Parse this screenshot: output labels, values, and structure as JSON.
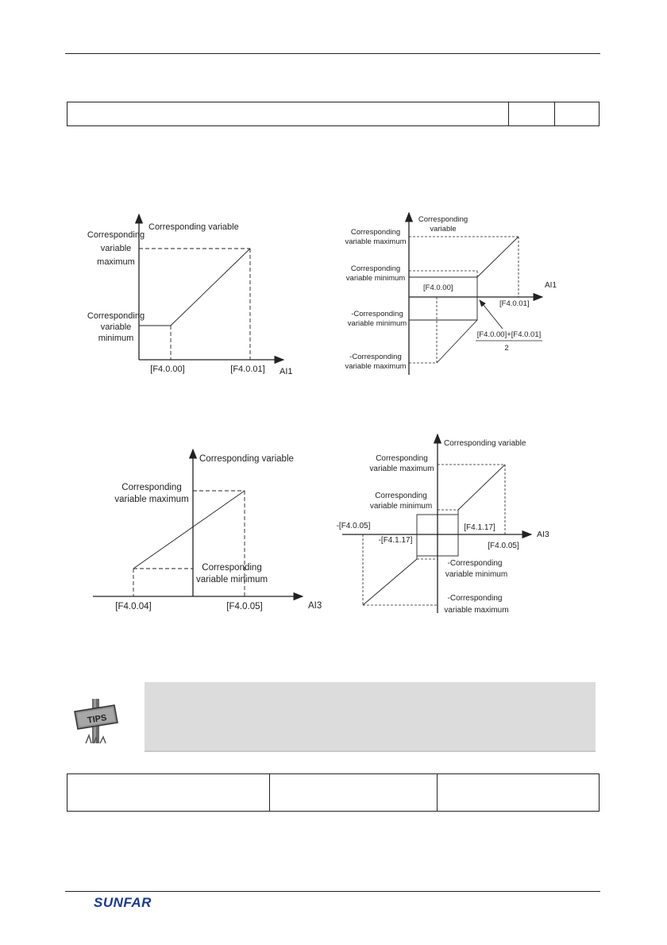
{
  "header": {
    "table_cells": [
      "",
      "",
      ""
    ]
  },
  "fig1": {
    "y_axis_label": "Corresponding variable",
    "x_axis_label": "AI1",
    "max_label": [
      "Corresponding",
      "variable",
      "maximum"
    ],
    "min_label": [
      "Corresponding",
      "variable",
      "minimum"
    ],
    "x_tick_1": "[F4.0.00]",
    "x_tick_2": "[F4.0.01]"
  },
  "fig2": {
    "y_axis_label": [
      "Corresponding",
      "variable"
    ],
    "x_axis_label": "AI1",
    "max_label": [
      "Corresponding",
      "variable maximum"
    ],
    "min_label": [
      "Corresponding",
      "variable minimum"
    ],
    "neg_min_label": [
      "-Corresponding",
      "variable minimum"
    ],
    "neg_max_label": [
      "-Corresponding",
      "variable maximum"
    ],
    "x_tick_1": "[F4.0.00]",
    "x_tick_2": "[F4.0.01]",
    "mid_numerator": "[F4.0.00]+[F4.0.01]",
    "mid_denominator": "2"
  },
  "fig3": {
    "y_axis_label": "Corresponding variable",
    "x_axis_label": "AI3",
    "max_label": [
      "Corresponding",
      "variable maximum"
    ],
    "min_label": [
      "Corresponding",
      "variable minimum"
    ],
    "x_tick_1": "[F4.0.04]",
    "x_tick_2": "[F4.0.05]"
  },
  "fig4": {
    "y_axis_label": "Corresponding variable",
    "x_axis_label": "AI3",
    "max_label": [
      "Corresponding",
      "variable maximum"
    ],
    "min_label": [
      "Corresponding",
      "variable minimum"
    ],
    "neg_min_label": [
      "-Corresponding",
      "variable minimum"
    ],
    "neg_max_label": [
      "-Corresponding",
      "variable maximum"
    ],
    "tick_neg_f405": "-[F4.0.05]",
    "tick_neg_f4117": "-[F4.1.17]",
    "tick_f4117": "[F4.1.17]",
    "tick_f405": "[F4.0.05]"
  },
  "tips": {
    "icon_text": "TIPS",
    "body": ""
  },
  "footer": {
    "logo": "SUNFAR",
    "logo_color": "#c0392b",
    "logo_color_b": "#1a3a8a"
  }
}
